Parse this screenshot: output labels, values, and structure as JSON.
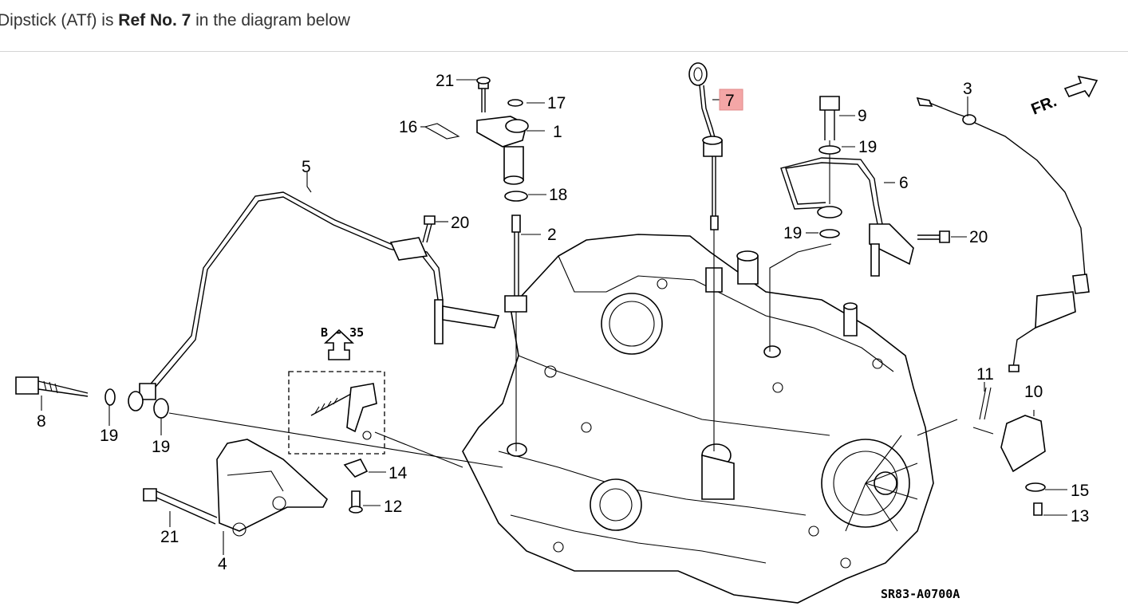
{
  "caption": {
    "prefix": "Dipstick (ATf) is ",
    "ref": "Ref No. 7",
    "suffix": " in the diagram below"
  },
  "diagram": {
    "highlight_color": "#f4a6a6",
    "highlighted_ref": "7",
    "direction_label": "FR.",
    "cross_ref_label": "B - 35",
    "diagram_code": "SR83-A0700A",
    "callouts": {
      "c1": "1",
      "c2": "2",
      "c3": "3",
      "c4": "4",
      "c5": "5",
      "c6": "6",
      "c7": "7",
      "c8": "8",
      "c9": "9",
      "c10": "10",
      "c11": "11",
      "c12": "12",
      "c13": "13",
      "c14": "14",
      "c15": "15",
      "c16": "16",
      "c17": "17",
      "c18": "18",
      "c19a": "19",
      "c19b": "19",
      "c19c": "19",
      "c19d": "19",
      "c20a": "20",
      "c20b": "20",
      "c21a": "21",
      "c21b": "21"
    }
  }
}
